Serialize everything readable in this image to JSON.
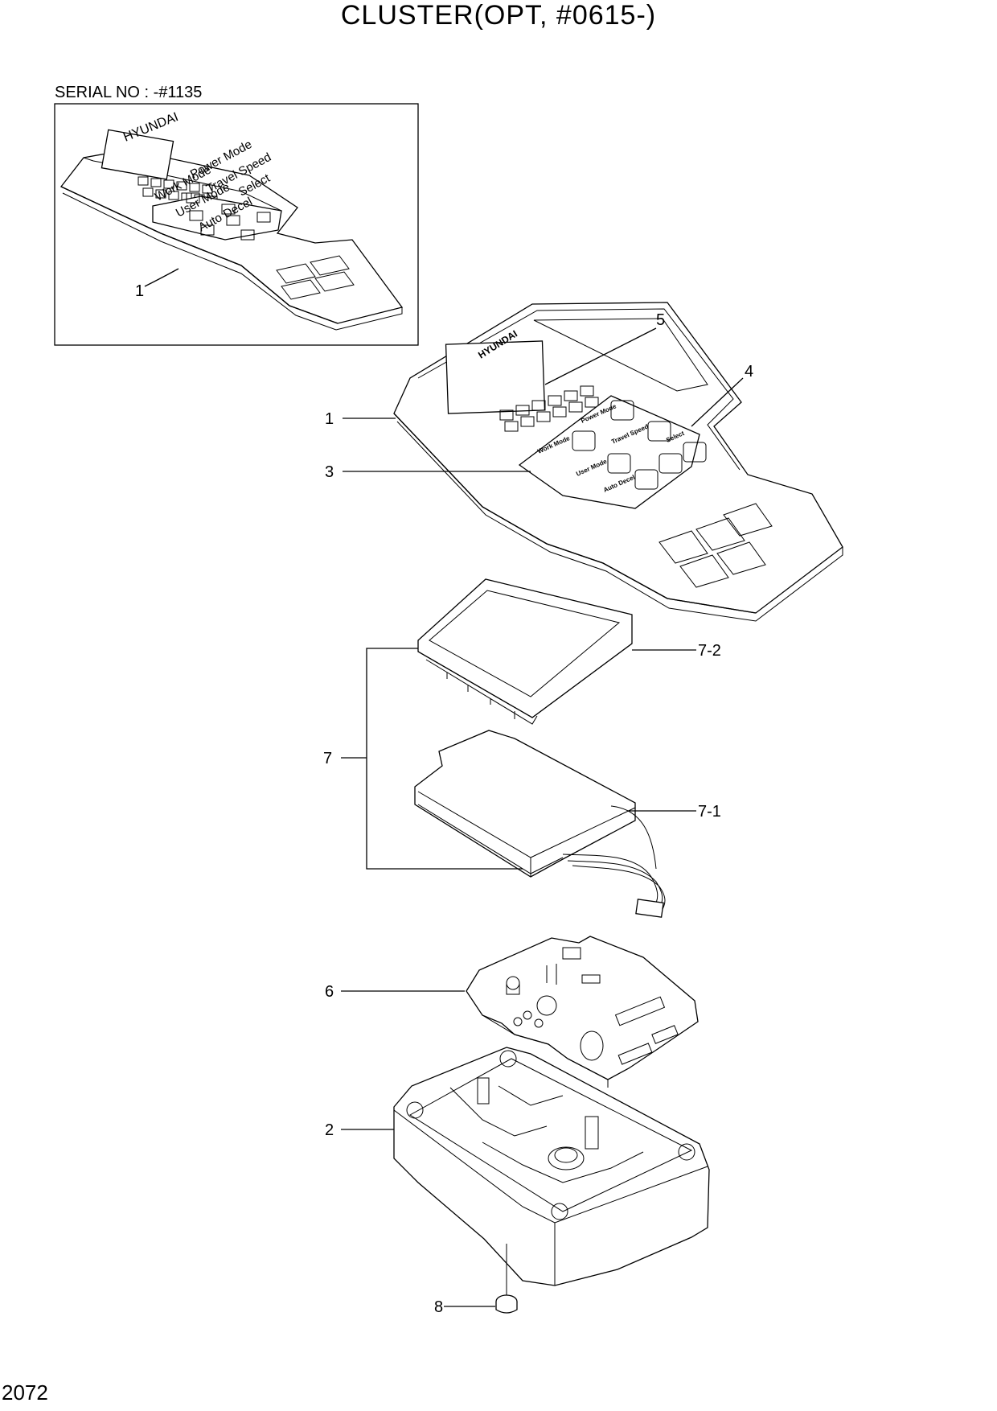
{
  "title": "CLUSTER(OPT, #0615-)",
  "serial_no": "SERIAL NO : -#1135",
  "page_number": "2072",
  "inset": {
    "brand": "HYUNDAI",
    "button_labels": [
      "Power Mode",
      "Travel Speed",
      "Work Mode",
      "User Mode",
      "Auto Decel",
      "Select"
    ],
    "callout": "1"
  },
  "main_cluster": {
    "brand": "HYUNDAI",
    "button_labels": [
      "Power Mode",
      "Travel Speed",
      "Work Mode",
      "User Mode",
      "Auto Decel",
      "Select"
    ]
  },
  "callouts": {
    "c1": "1",
    "c2": "2",
    "c3": "3",
    "c4": "4",
    "c5": "5",
    "c6": "6",
    "c7": "7",
    "c7_1": "7-1",
    "c7_2": "7-2",
    "c8": "8"
  }
}
